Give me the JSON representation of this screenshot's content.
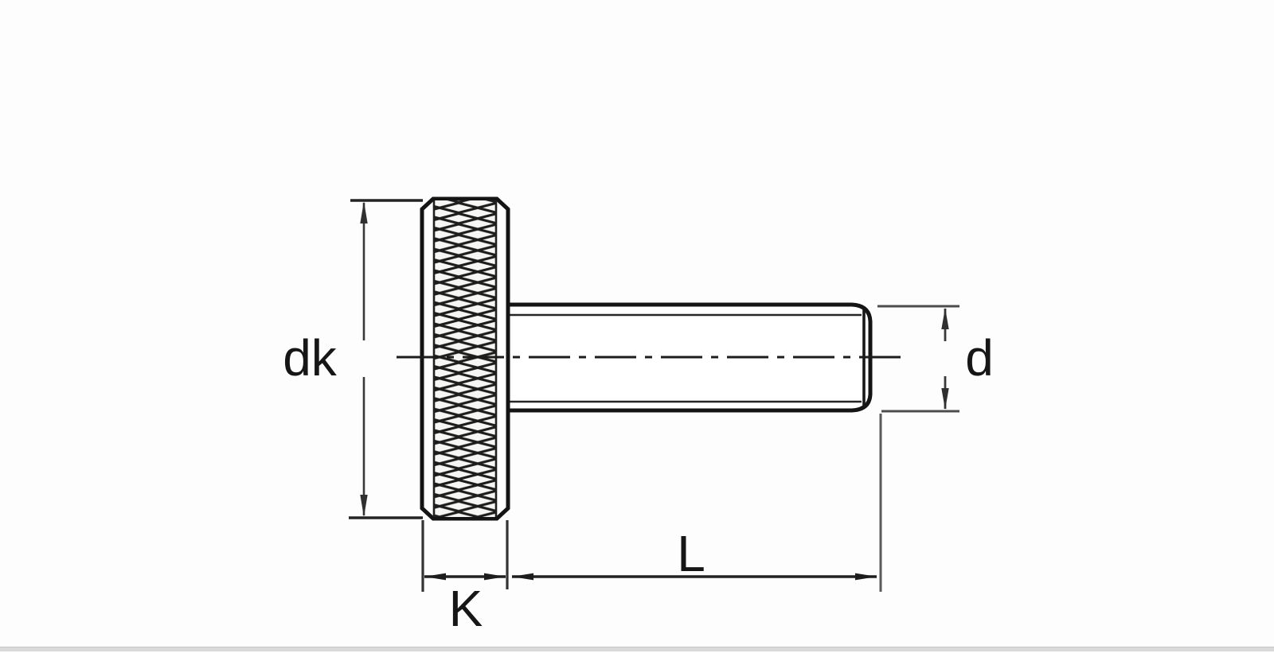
{
  "page": {
    "background": "#fdfdfd",
    "bottom_edge_color": "#d9d9d9"
  },
  "drawing": {
    "subject": "knurled-flat-thumb-screw-side-view",
    "colors": {
      "outline": "#141414",
      "knurl_line": "#1d1d1d",
      "center_line": "#1c1c1c",
      "dimension_line": "#323232",
      "extension_line": "#555555",
      "label_text": "#161616"
    },
    "labels": {
      "head_diameter": "dk",
      "thread_diameter": "d",
      "head_width": "K",
      "shank_length": "L"
    }
  }
}
